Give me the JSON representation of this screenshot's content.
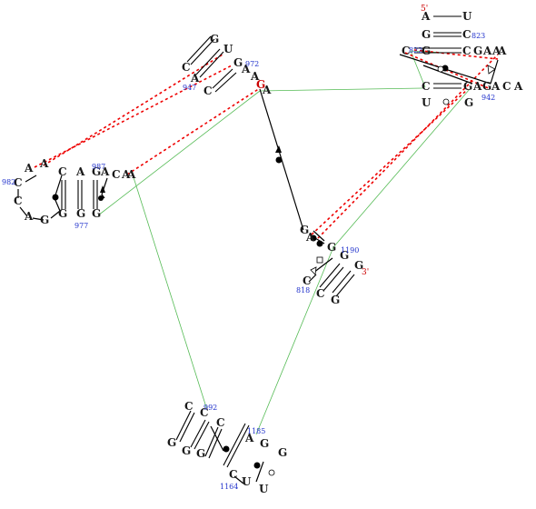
{
  "nucleotides": [
    {
      "l": "A"
    },
    {
      "l": "U"
    },
    {
      "l": "G"
    },
    {
      "l": "C"
    },
    {
      "l": "C"
    },
    {
      "l": "G"
    },
    {
      "l": "C"
    },
    {
      "l": "G"
    },
    {
      "l": "A"
    },
    {
      "l": "A"
    },
    {
      "l": "A"
    },
    {
      "l": "C"
    },
    {
      "l": "G"
    },
    {
      "l": "A"
    },
    {
      "l": "G"
    },
    {
      "l": "A"
    },
    {
      "l": "C"
    },
    {
      "l": "A"
    },
    {
      "l": "U"
    },
    {
      "l": "G"
    },
    {
      "l": "G"
    },
    {
      "l": "U"
    },
    {
      "l": "C"
    },
    {
      "l": "G"
    },
    {
      "l": "A"
    },
    {
      "l": "A"
    },
    {
      "l": "A"
    },
    {
      "l": "C"
    },
    {
      "l": "G",
      "red": true
    },
    {
      "l": "A"
    },
    {
      "l": "A"
    },
    {
      "l": "A"
    },
    {
      "l": "C"
    },
    {
      "l": "C"
    },
    {
      "l": "C"
    },
    {
      "l": "A"
    },
    {
      "l": "G"
    },
    {
      "l": "A"
    },
    {
      "l": "C"
    },
    {
      "l": "A"
    },
    {
      "l": "A"
    },
    {
      "l": "A"
    },
    {
      "l": "G"
    },
    {
      "l": "G"
    },
    {
      "l": "G"
    },
    {
      "l": "G"
    },
    {
      "l": "G"
    },
    {
      "l": "A"
    },
    {
      "l": "G"
    },
    {
      "l": "G"
    },
    {
      "l": "G"
    },
    {
      "l": "C"
    },
    {
      "l": "C"
    },
    {
      "l": "G"
    },
    {
      "l": "C"
    },
    {
      "l": "C"
    },
    {
      "l": "C"
    },
    {
      "l": "G"
    },
    {
      "l": "G"
    },
    {
      "l": "G"
    },
    {
      "l": "C"
    },
    {
      "l": "A"
    },
    {
      "l": "G"
    },
    {
      "l": "G"
    },
    {
      "l": "U"
    },
    {
      "l": "U"
    }
  ],
  "indices": [
    "823",
    "822",
    "942",
    "972",
    "947",
    "987",
    "982",
    "977",
    "1190",
    "818",
    "992",
    "1185",
    "1164"
  ],
  "prime_labels": [
    "5'",
    "3'"
  ]
}
